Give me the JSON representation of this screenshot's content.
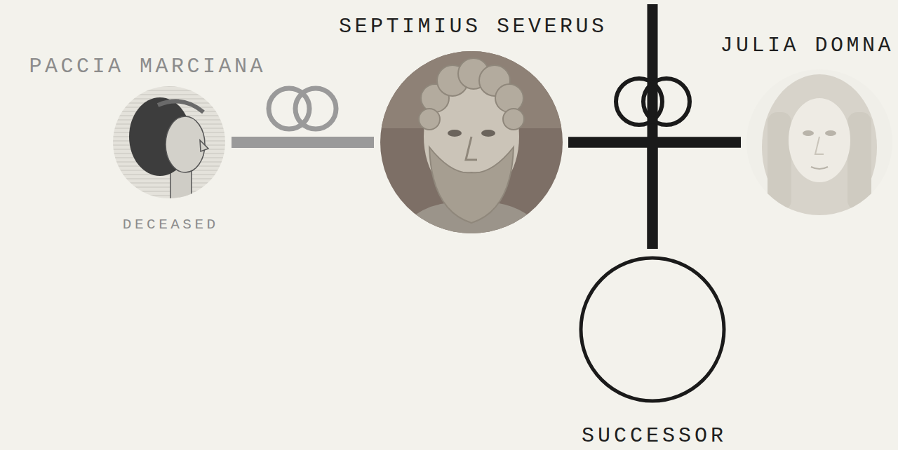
{
  "diagram": {
    "nodes": [
      {
        "text": [
          "PACCIA MARCIANA",
          "DECEASED"
        ]
      },
      {
        "text": [
          "SEPTIMIUS SEVERUS"
        ]
      },
      {
        "text": [
          "JULIA DOMNA"
        ]
      },
      {
        "text": [
          "SUCCESSOR"
        ]
      }
    ],
    "edges": [
      {
        "from": 0,
        "to": 1,
        "arrow": "none"
      },
      {
        "from": 1,
        "to": 2,
        "arrow": "none"
      },
      {
        "from": 1,
        "to": 3,
        "arrow": "none"
      },
      {
        "from": 2,
        "to": 3,
        "arrow": "none"
      }
    ]
  }
}
